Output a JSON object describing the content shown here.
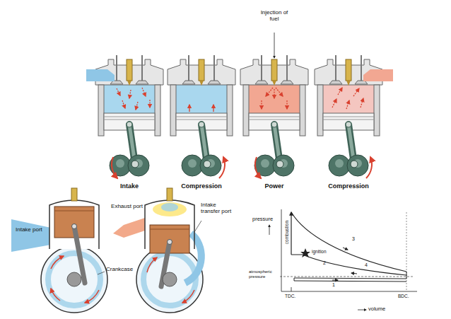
{
  "diagram": {
    "labels": [
      "Injection of fuel",
      "Intake",
      "Compression",
      "Power",
      "Compression",
      "Intake port",
      "Crankcase",
      "Exhaust port",
      "Intake transfer port",
      "pressure",
      "combustion",
      "3",
      "ignition",
      "2",
      "4",
      "atmospheric pressure",
      "1",
      "TDC.",
      "BDC.",
      "volume"
    ]
  }
}
